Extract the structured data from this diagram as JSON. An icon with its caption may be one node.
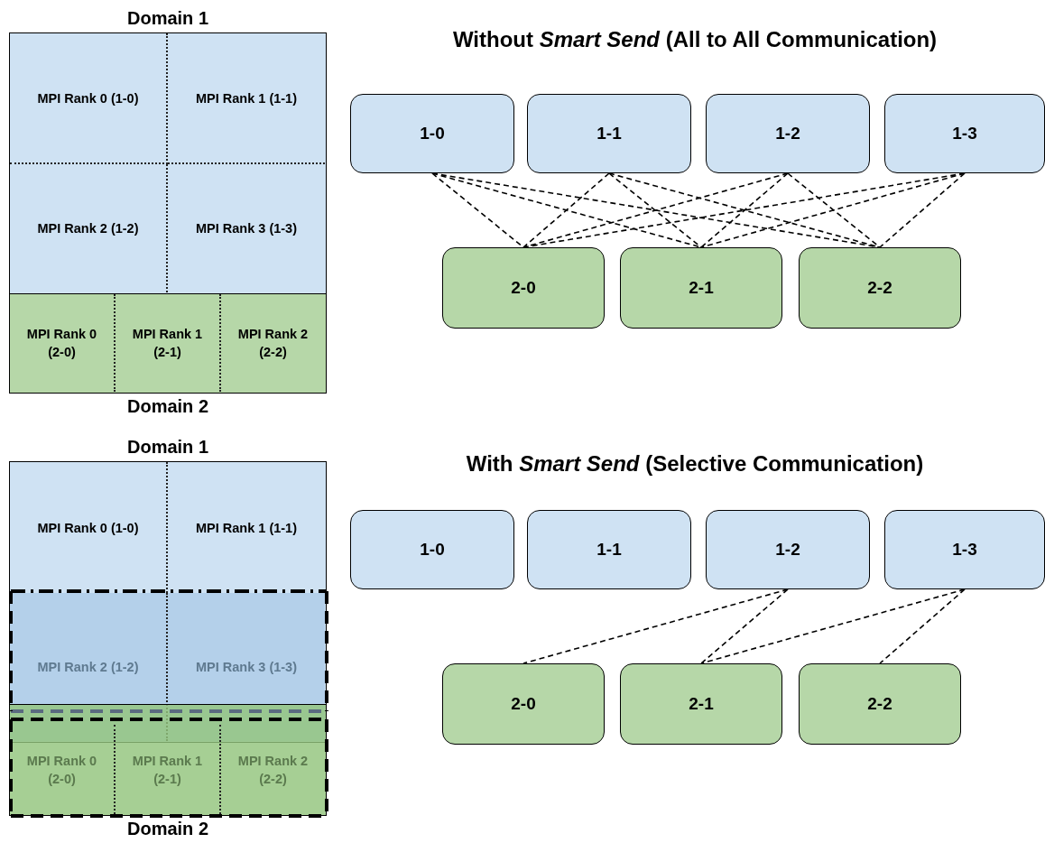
{
  "diagram": {
    "nodes": [
      {
        "text": [
          "Domain 1"
        ]
      },
      {
        "text": [
          "MPI Rank 0 (1-0)"
        ],
        "in": 0
      },
      {
        "text": [
          "MPI Rank 1 (1-1)"
        ],
        "in": 0
      },
      {
        "text": [
          "MPI Rank 2 (1-2)"
        ],
        "in": 0
      },
      {
        "text": [
          "MPI Rank 3 (1-3)"
        ],
        "in": 0
      },
      {
        "text": [
          "Domain 2"
        ]
      },
      {
        "text": [
          "MPI Rank 0 (2-0)"
        ],
        "in": 5
      },
      {
        "text": [
          "MPI Rank 1 (2-1)"
        ],
        "in": 5
      },
      {
        "text": [
          "MPI Rank 2 (2-2)"
        ],
        "in": 5
      },
      {
        "text": [
          "1-0"
        ]
      },
      {
        "text": [
          "1-1"
        ]
      },
      {
        "text": [
          "1-2"
        ]
      },
      {
        "text": [
          "1-3"
        ]
      },
      {
        "text": [
          "2-0"
        ]
      },
      {
        "text": [
          "2-1"
        ]
      },
      {
        "text": [
          "2-2"
        ]
      },
      {
        "text": [
          "Domain 1"
        ]
      },
      {
        "text": [
          "MPI Rank 0 (1-0)"
        ],
        "in": 16
      },
      {
        "text": [
          "MPI Rank 1 (1-1)"
        ],
        "in": 16
      },
      {
        "text": [
          "MPI Rank 2 (1-2)"
        ],
        "in": 16
      },
      {
        "text": [
          "MPI Rank 3 (1-3)"
        ],
        "in": 16
      },
      {
        "text": [
          "Domain 2"
        ]
      },
      {
        "text": [
          "MPI Rank 0 (2-0)"
        ],
        "in": 21
      },
      {
        "text": [
          "MPI Rank 1 (2-1)"
        ],
        "in": 21
      },
      {
        "text": [
          "MPI Rank 2 (2-2)"
        ],
        "in": 21
      },
      {
        "text": [
          "1-0"
        ]
      },
      {
        "text": [
          "1-1"
        ]
      },
      {
        "text": [
          "1-2"
        ]
      },
      {
        "text": [
          "1-3"
        ]
      },
      {
        "text": [
          "2-0"
        ]
      },
      {
        "text": [
          "2-1"
        ]
      },
      {
        "text": [
          "2-2"
        ]
      }
    ],
    "edges": [
      {
        "from": 9,
        "to": 13,
        "arrow": "none",
        "style": "dashed"
      },
      {
        "from": 9,
        "to": 14,
        "arrow": "none",
        "style": "dashed"
      },
      {
        "from": 9,
        "to": 15,
        "arrow": "none",
        "style": "dashed"
      },
      {
        "from": 10,
        "to": 13,
        "arrow": "none",
        "style": "dashed"
      },
      {
        "from": 10,
        "to": 14,
        "arrow": "none",
        "style": "dashed"
      },
      {
        "from": 10,
        "to": 15,
        "arrow": "none",
        "style": "dashed"
      },
      {
        "from": 11,
        "to": 13,
        "arrow": "none",
        "style": "dashed"
      },
      {
        "from": 11,
        "to": 14,
        "arrow": "none",
        "style": "dashed"
      },
      {
        "from": 11,
        "to": 15,
        "arrow": "none",
        "style": "dashed"
      },
      {
        "from": 12,
        "to": 13,
        "arrow": "none",
        "style": "dashed"
      },
      {
        "from": 12,
        "to": 14,
        "arrow": "none",
        "style": "dashed"
      },
      {
        "from": 12,
        "to": 15,
        "arrow": "none",
        "style": "dashed"
      },
      {
        "from": 27,
        "to": 29,
        "arrow": "none",
        "style": "dashed"
      },
      {
        "from": 27,
        "to": 30,
        "arrow": "none",
        "style": "dashed"
      },
      {
        "from": 28,
        "to": 30,
        "arrow": "none",
        "style": "dashed"
      },
      {
        "from": 28,
        "to": 31,
        "arrow": "none",
        "style": "dashed"
      }
    ],
    "labels": [
      "Without *Smart Send* (All to All Communication)",
      "With *Smart Send* (Selective Communication)"
    ]
  }
}
